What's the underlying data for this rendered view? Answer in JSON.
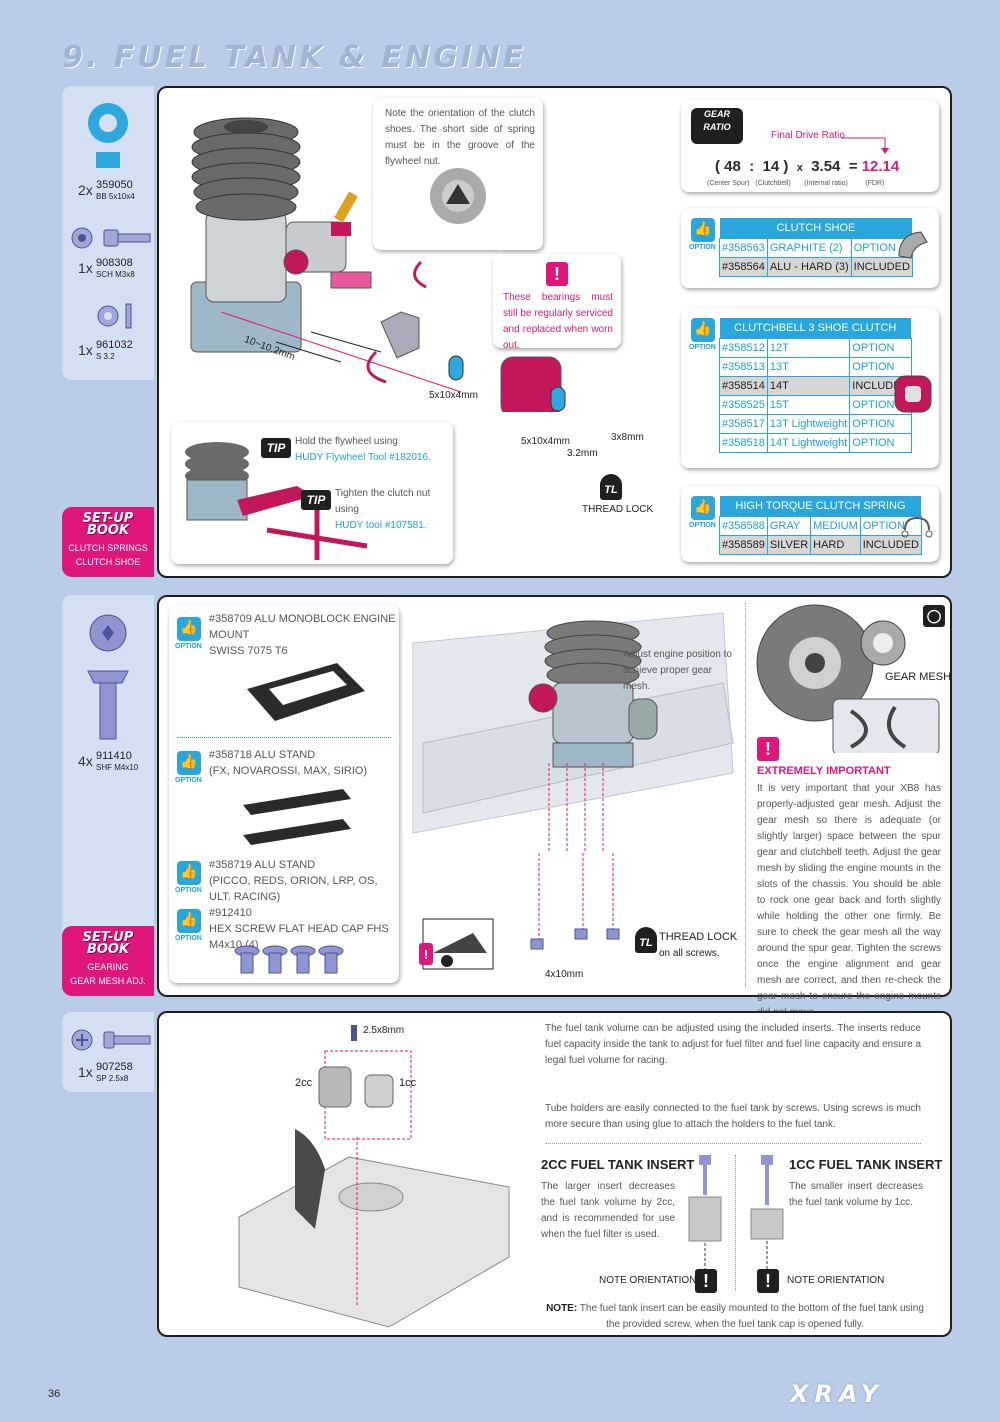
{
  "page_title": "9. FUEL TANK & ENGINE",
  "page_number": "36",
  "brand": "XRAY",
  "section1": {
    "parts": [
      {
        "qty": "2x",
        "code": "359050",
        "desc": "BB 5x10x4"
      },
      {
        "qty": "1x",
        "code": "908308",
        "desc": "SCH M3x8"
      },
      {
        "qty": "1x",
        "code": "961032",
        "desc": "S 3.2"
      }
    ],
    "setup": {
      "title1": "SET-UP",
      "title2": "BOOK",
      "line1": "CLUTCH SPRINGS",
      "line2": "CLUTCH SHOE"
    },
    "note_clutch": "Note the orientation of the clutch shoes. The short side of spring must be in the groove of the flywheel nut.",
    "warn_bearings": "These bearings must still be regularly serviced and replaced when worn out.",
    "dim_label": "10~10.2mm",
    "bearing1": "5x10x4mm",
    "bearing2": "5x10x4mm",
    "washer": "3.2mm",
    "screw": "3x8mm",
    "thread_lock": "THREAD LOCK",
    "tip1_prefix": "Hold the flywheel using",
    "tip1_link": "HUDY Flywheel Tool #182016.",
    "tip2_prefix": "Tighten the clutch nut using",
    "tip2_link": "HUDY tool #107581.",
    "tip_word": "TIP",
    "tl_word": "TL",
    "gear_ratio": {
      "badge1": "GEAR",
      "badge2": "RATIO",
      "label": "Final Drive Ratio",
      "spur": "48",
      "colon": ":",
      "bell": "14",
      "times": "x",
      "internal": "3.54",
      "equals": "=",
      "fdr": "12.14",
      "l_spur": "(Center Spur)",
      "l_bell": "(Clutchbell)",
      "l_internal": "(Internal ratio)",
      "l_fdr": "(FDR)"
    },
    "option_word": "OPTION",
    "clutch_shoe": {
      "header": "CLUTCH SHOE",
      "rows": [
        [
          "#358563",
          "GRAPHITE (2)",
          "OPTION"
        ],
        [
          "#358564",
          "ALU - HARD (3)",
          "INCLUDED"
        ]
      ]
    },
    "clutchbell": {
      "header": "CLUTCHBELL 3 SHOE CLUTCH",
      "rows": [
        [
          "#358512",
          "12T",
          "OPTION"
        ],
        [
          "#358513",
          "13T",
          "OPTION"
        ],
        [
          "#358514",
          "14T",
          "INCLUDED"
        ],
        [
          "#358525",
          "15T",
          "OPTION"
        ],
        [
          "#358517",
          "13T Lightweight",
          "OPTION"
        ],
        [
          "#358518",
          "14T Lightweight",
          "OPTION"
        ]
      ]
    },
    "spring": {
      "header": "HIGH TORQUE CLUTCH SPRING",
      "rows": [
        [
          "#358588",
          "GRAY",
          "MEDIUM",
          "OPTION"
        ],
        [
          "#358589",
          "SILVER",
          "HARD",
          "INCLUDED"
        ]
      ]
    }
  },
  "section2": {
    "part": {
      "qty": "4x",
      "code": "911410",
      "desc": "SHF M4x10"
    },
    "setup": {
      "title1": "SET-UP",
      "title2": "BOOK",
      "line1": "GEARING",
      "line2": "GEAR MESH ADJ."
    },
    "options": [
      {
        "l1": "#358709 ALU MONOBLOCK ENGINE MOUNT",
        "l2": "SWISS 7075 T6"
      },
      {
        "l1": "#358718 ALU STAND",
        "l2": "(FX, NOVAROSSI, MAX, SIRIO)"
      },
      {
        "l1": "#358719 ALU STAND",
        "l2": "(PICCO, REDS, ORION, LRP, OS, ULT. RACING)"
      },
      {
        "l1": "#912410",
        "l2": "HEX SCREW FLAT HEAD CAP FHS M4x10  (4)"
      }
    ],
    "adjust_note": "Adjust engine position to achieve proper gear mesh.",
    "screw_label": "4x10mm",
    "thread_lock": "THREAD LOCK",
    "thread_lock_sub": "on all screws.",
    "gear_mesh": "GEAR MESH",
    "important_title": "EXTREMELY IMPORTANT",
    "important_text": "It is very important that your XB8 has properly-adjusted gear mesh. Adjust the gear mesh so there is adequate (or slightly larger) space between the spur gear and clutchbell teeth. Adjust the gear mesh by sliding the engine mounts in the slots of the chassis. You should be able to rock one gear back and forth slightly while holding the other one firmly. Be sure to check the gear mesh all the way around the spur gear. Tighten the screws once the engine alignment and gear mesh are correct, and then re-check the gear mesh to ensure the engine mounts did not move."
  },
  "section3": {
    "part": {
      "qty": "1x",
      "code": "907258",
      "desc": "SP 2.5x8"
    },
    "screw_label": "2.5x8mm",
    "insert_2cc": "2cc",
    "insert_1cc": "1cc",
    "intro": "The fuel tank volume can be adjusted using  the included inserts. The inserts reduce fuel capacity inside the tank to adjust for fuel filter and fuel line capacity and ensure a legal fuel volume for racing.",
    "tube_holders": "Tube holders are easily connected to the fuel tank by screws. Using screws is much more secure than using glue to attach the holders to the fuel tank.",
    "h2cc": "2CC FUEL TANK INSERT",
    "t2cc": "The larger insert decreases the fuel tank volume by 2cc, and is recommended for use when the fuel filter is used.",
    "h1cc": "1CC FUEL TANK INSERT",
    "t1cc": "The smaller insert decreases the fuel tank volume by 1cc.",
    "orientation": "NOTE ORIENTATION",
    "note_label": "NOTE:",
    "note_text": "The fuel tank insert can be easily mounted to the bottom of the fuel tank using the provided screw, when the fuel tank cap is opened fully."
  }
}
